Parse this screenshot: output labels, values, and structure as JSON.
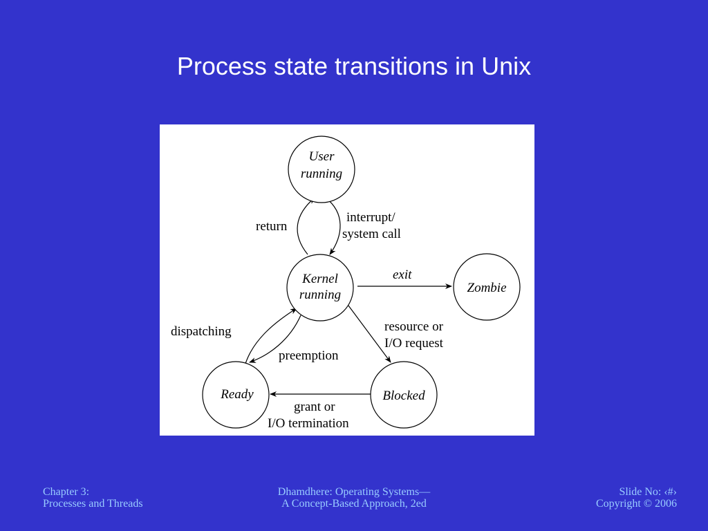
{
  "slide": {
    "title": "Process state transitions in Unix"
  },
  "diagram": {
    "nodes": {
      "user_running": {
        "line1": "User",
        "line2": "running"
      },
      "kernel_running": {
        "line1": "Kernel",
        "line2": "running"
      },
      "zombie": {
        "line1": "Zombie"
      },
      "ready": {
        "line1": "Ready"
      },
      "blocked": {
        "line1": "Blocked"
      }
    },
    "edges": {
      "return": {
        "line1": "return"
      },
      "interrupt": {
        "line1": "interrupt/",
        "line2": "system call"
      },
      "exit": {
        "line1": "exit"
      },
      "dispatching": {
        "line1": "dispatching"
      },
      "preemption": {
        "line1": "preemption"
      },
      "resource": {
        "line1": "resource or",
        "line2": "I/O request"
      },
      "grant": {
        "line1": "grant or",
        "line2": "I/O termination"
      }
    }
  },
  "footer": {
    "left": {
      "line1": "Chapter 3:",
      "line2": "Processes and Threads"
    },
    "center": {
      "line1": "Dhamdhere: Operating Systems—",
      "line2": "A Concept-Based Approach, 2ed"
    },
    "right": {
      "line1": "Slide No: ‹#›",
      "line2": "Copyright © 2006"
    }
  }
}
